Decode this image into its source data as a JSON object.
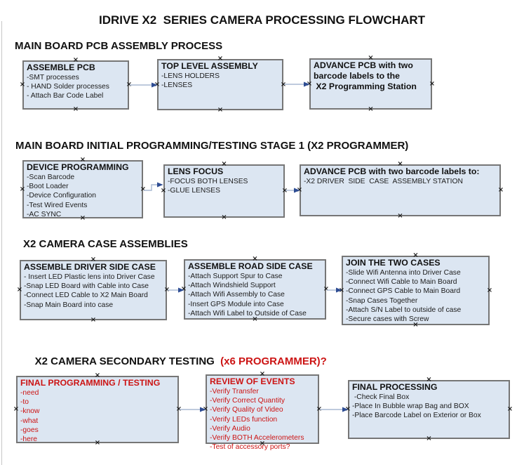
{
  "page": {
    "title": "IDRIVE X2  SERIES CAMERA PROCESSING FLOWCHART"
  },
  "colors": {
    "box_fill": "#dce6f2",
    "box_border": "#767676",
    "text_black": "#111111",
    "text_red": "#cc1414",
    "arrow_line": "#a9b9d2",
    "arrow_head": "#2e4d93"
  },
  "sections": {
    "s1": {
      "heading": "MAIN BOARD PCB ASSEMBLY PROCESS"
    },
    "s2": {
      "heading": "MAIN BOARD INITIAL PROGRAMMING/TESTING STAGE 1 (X2 PROGRAMMER)"
    },
    "s3": {
      "heading": "X2 CAMERA CASE ASSEMBLIES"
    },
    "s4": {
      "heading": "X2 CAMERA SECONDARY TESTING  ",
      "heading_red": "(x6 PROGRAMMER)?"
    }
  },
  "boxes": {
    "assemble_pcb": {
      "title": "ASSEMBLE PCB",
      "items": [
        "-SMT processes",
        "- HAND Solder processes",
        "- Attach Bar Code Label"
      ]
    },
    "top_level_assembly": {
      "title": "TOP LEVEL ASSEMBLY",
      "items": [
        "-LENS HOLDERS",
        "-LENSES"
      ]
    },
    "advance_pcb_programming": {
      "title": [
        "ADVANCE PCB with two",
        "barcode labels to the",
        " X2 Programming Station"
      ]
    },
    "device_programming": {
      "title": "DEVICE PROGRAMMING",
      "items": [
        "-Scan Barcode",
        "-Boot Loader",
        "-Device Configuration",
        "-Test Wired Events",
        "-AC SYNC"
      ]
    },
    "lens_focus": {
      "title": "LENS FOCUS",
      "items": [
        "-FOCUS BOTH LENSES",
        "-GLUE LENSES"
      ]
    },
    "advance_pcb_case": {
      "title": "ADVANCE PCB with two barcode labels to:",
      "items": [
        "-X2 DRIVER  SIDE  CASE  ASSEMBLY STATION"
      ]
    },
    "assemble_driver_side": {
      "title": "ASSEMBLE DRIVER SIDE CASE",
      "items": [
        "- Insert LED Plastic lens into Driver Case",
        "-Snap LED Board with Cable into Case",
        "-Connect LED Cable to X2 Main Board",
        "-Snap Main Board into case"
      ]
    },
    "assemble_road_side": {
      "title": "ASSEMBLE ROAD SIDE CASE",
      "items": [
        "-Attach Support Spur to Case",
        "-Attach Windshield Support",
        "-Attach Wifi Assembly to Case",
        "-Insert GPS Module into Case",
        "-Attach Wifi Label to Outside of Case"
      ]
    },
    "join_two_cases": {
      "title": "JOIN THE TWO CASES",
      "items": [
        "-Slide Wifi Antenna into Driver Case",
        "-Connect Wifi Cable to Main Board",
        "-Connect GPS Cable to Main Board",
        "-Snap Cases Together",
        "-Attach S/N Label to outside of case",
        "-Secure cases with Screw"
      ]
    },
    "final_programming": {
      "title": "FINAL PROGRAMMING / TESTING",
      "items": [
        "-need",
        "-to",
        "-know",
        "-what",
        "-goes",
        "-here"
      ]
    },
    "review_of_events": {
      "title": "REVIEW OF EVENTS",
      "items": [
        "-Verify Transfer",
        "-Verify Correct Quantity",
        "-Verify Quality of Video",
        "-Verify LEDs function",
        "-Verify Audio",
        "-Verify BOTH Accelerometers",
        "-Test of accessory ports?"
      ]
    },
    "final_processing": {
      "title": "FINAL PROCESSING",
      "items": [
        " -Check Final Box",
        "-Place In Bubble wrap Bag and BOX",
        "-Place Barcode Label on Exterior or Box"
      ]
    }
  }
}
